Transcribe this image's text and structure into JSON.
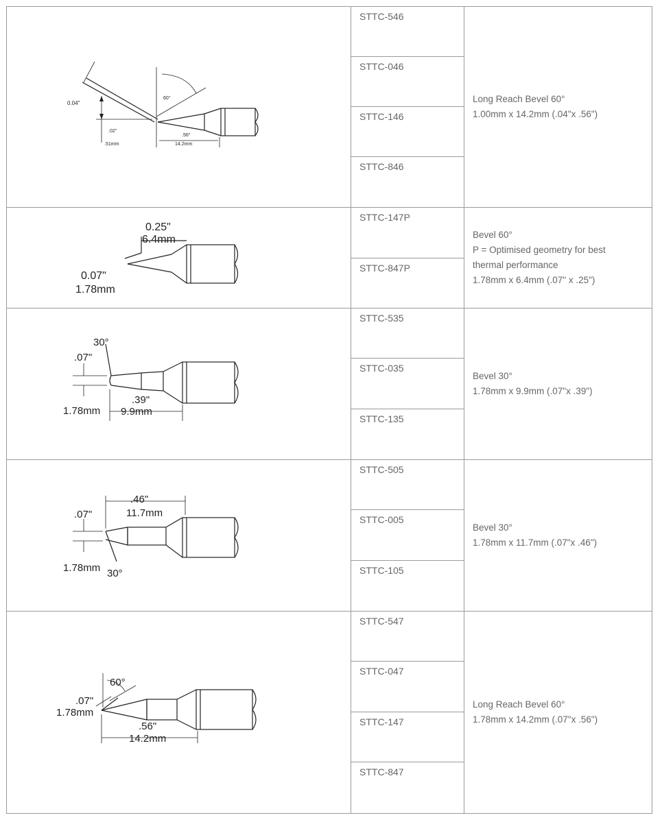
{
  "rows": [
    {
      "dims": [
        "0.04\"",
        ".02\"",
        ".51mm",
        "60°",
        ".56\"",
        "14.2mm"
      ],
      "parts": [
        "STTC-546",
        "STTC-046",
        "STTC-146",
        "STTC-846"
      ],
      "desc": [
        "Long Reach Bevel 60°",
        "1.00mm x 14.2mm (.04\"x .56\")"
      ]
    },
    {
      "dims": [
        "0.25\"",
        "6.4mm",
        "0.07\"",
        "1.78mm"
      ],
      "parts": [
        "STTC-147P",
        "STTC-847P"
      ],
      "desc": [
        "Bevel 60°",
        "P = Optimised geometry for best",
        "thermal performance",
        "1.78mm x 6.4mm (.07\" x .25\")"
      ]
    },
    {
      "dims": [
        "30°",
        ".07\"",
        "1.78mm",
        ".39\"",
        "9.9mm"
      ],
      "parts": [
        "STTC-535",
        "STTC-035",
        "STTC-135"
      ],
      "desc": [
        "Bevel 30°",
        "1.78mm x 9.9mm (.07\"x .39\")"
      ]
    },
    {
      "dims": [
        ".46\"",
        "11.7mm",
        ".07\"",
        "1.78mm",
        "30°"
      ],
      "parts": [
        "STTC-505",
        "STTC-005",
        "STTC-105"
      ],
      "desc": [
        "Bevel 30°",
        "1.78mm x 11.7mm (.07\"x .46\")"
      ]
    },
    {
      "dims": [
        "60°",
        ".07\"",
        "1.78mm",
        ".56\"",
        "14.2mm"
      ],
      "parts": [
        "STTC-547",
        "STTC-047",
        "STTC-147",
        "STTC-847"
      ],
      "desc": [
        "Long Reach Bevel 60°",
        "1.78mm x 14.2mm (.07\"x .56\")"
      ]
    }
  ]
}
